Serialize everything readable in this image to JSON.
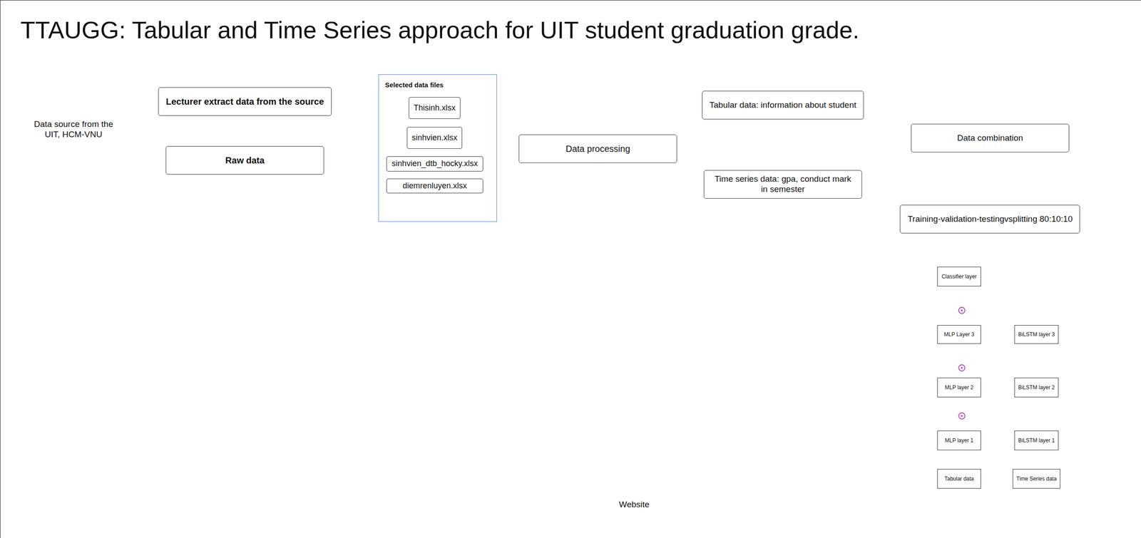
{
  "diagram": {
    "title": "TTAUGG: Tabular and Time Series approach for UIT student graduation grade.",
    "nodes": [
      {
        "text": [
          "Data source from the UIT, HCM-VNU"
        ]
      },
      {
        "text": [
          "Lecturer extract data from the source"
        ]
      },
      {
        "text": [
          "Raw data"
        ]
      },
      {
        "text": [
          "Selected data files"
        ]
      },
      {
        "text": [
          "Thisinh.xlsx"
        ],
        "in": 3
      },
      {
        "text": [
          "sinhvien.xlsx"
        ],
        "in": 3
      },
      {
        "text": [
          "sinhvien_dtb_hocky.xlsx"
        ],
        "in": 3
      },
      {
        "text": [
          "diemrenluyen.xlsx"
        ],
        "in": 3
      },
      {
        "text": [
          "Data processing"
        ]
      },
      {
        "text": [
          "Tabular data: information about student"
        ]
      },
      {
        "text": [
          "Time series data: gpa, conduct mark in semester"
        ]
      },
      {
        "text": [
          "Data combination"
        ]
      },
      {
        "text": [
          "Training-validation-testingvsplitting 80:10:10"
        ]
      },
      {
        "text": [
          "Classifier layer"
        ]
      },
      {
        "text": [
          "MLP Layer 3"
        ]
      },
      {
        "text": [
          "BiLSTM layer 3"
        ]
      },
      {
        "text": [
          "MLP layer 2"
        ]
      },
      {
        "text": [
          "BiLSTM layer 2"
        ]
      },
      {
        "text": [
          "MLP layer 1"
        ]
      },
      {
        "text": [
          "BiLSTM layer 1"
        ]
      },
      {
        "text": [
          "Tabular data"
        ]
      },
      {
        "text": [
          "Time Series data"
        ]
      },
      {
        "text": [
          "Website"
        ]
      }
    ],
    "edges": [
      {
        "from": 0,
        "to": 1,
        "arrow": "to"
      },
      {
        "from": 1,
        "to": 2,
        "arrow": "to"
      },
      {
        "from": 2,
        "to": 3,
        "arrow": "to"
      },
      {
        "from": 3,
        "to": 8,
        "arrow": "to"
      },
      {
        "from": 8,
        "to": 9,
        "arrow": "none"
      },
      {
        "from": 8,
        "to": 10,
        "arrow": "none"
      },
      {
        "from": 9,
        "to": 11,
        "arrow": "to"
      },
      {
        "from": 10,
        "to": 11,
        "arrow": "to"
      },
      {
        "from": 11,
        "to": 12,
        "arrow": "to"
      },
      {
        "from": 12,
        "to": 13,
        "arrow": "to"
      },
      {
        "from": 20,
        "to": 18,
        "arrow": "to"
      },
      {
        "from": 21,
        "to": 19,
        "arrow": "to"
      },
      {
        "from": 18,
        "to": 16,
        "arrow": "to"
      },
      {
        "from": 19,
        "to": 16,
        "arrow": "to"
      },
      {
        "from": 19,
        "to": 17,
        "arrow": "to"
      },
      {
        "from": 16,
        "to": 14,
        "arrow": "to"
      },
      {
        "from": 17,
        "to": 14,
        "arrow": "to"
      },
      {
        "from": 17,
        "to": 15,
        "arrow": "to"
      },
      {
        "from": 14,
        "to": 13,
        "arrow": "to"
      },
      {
        "from": 15,
        "to": 13,
        "arrow": "to"
      },
      {
        "from": 16,
        "to": 22,
        "arrow": "to"
      }
    ]
  }
}
